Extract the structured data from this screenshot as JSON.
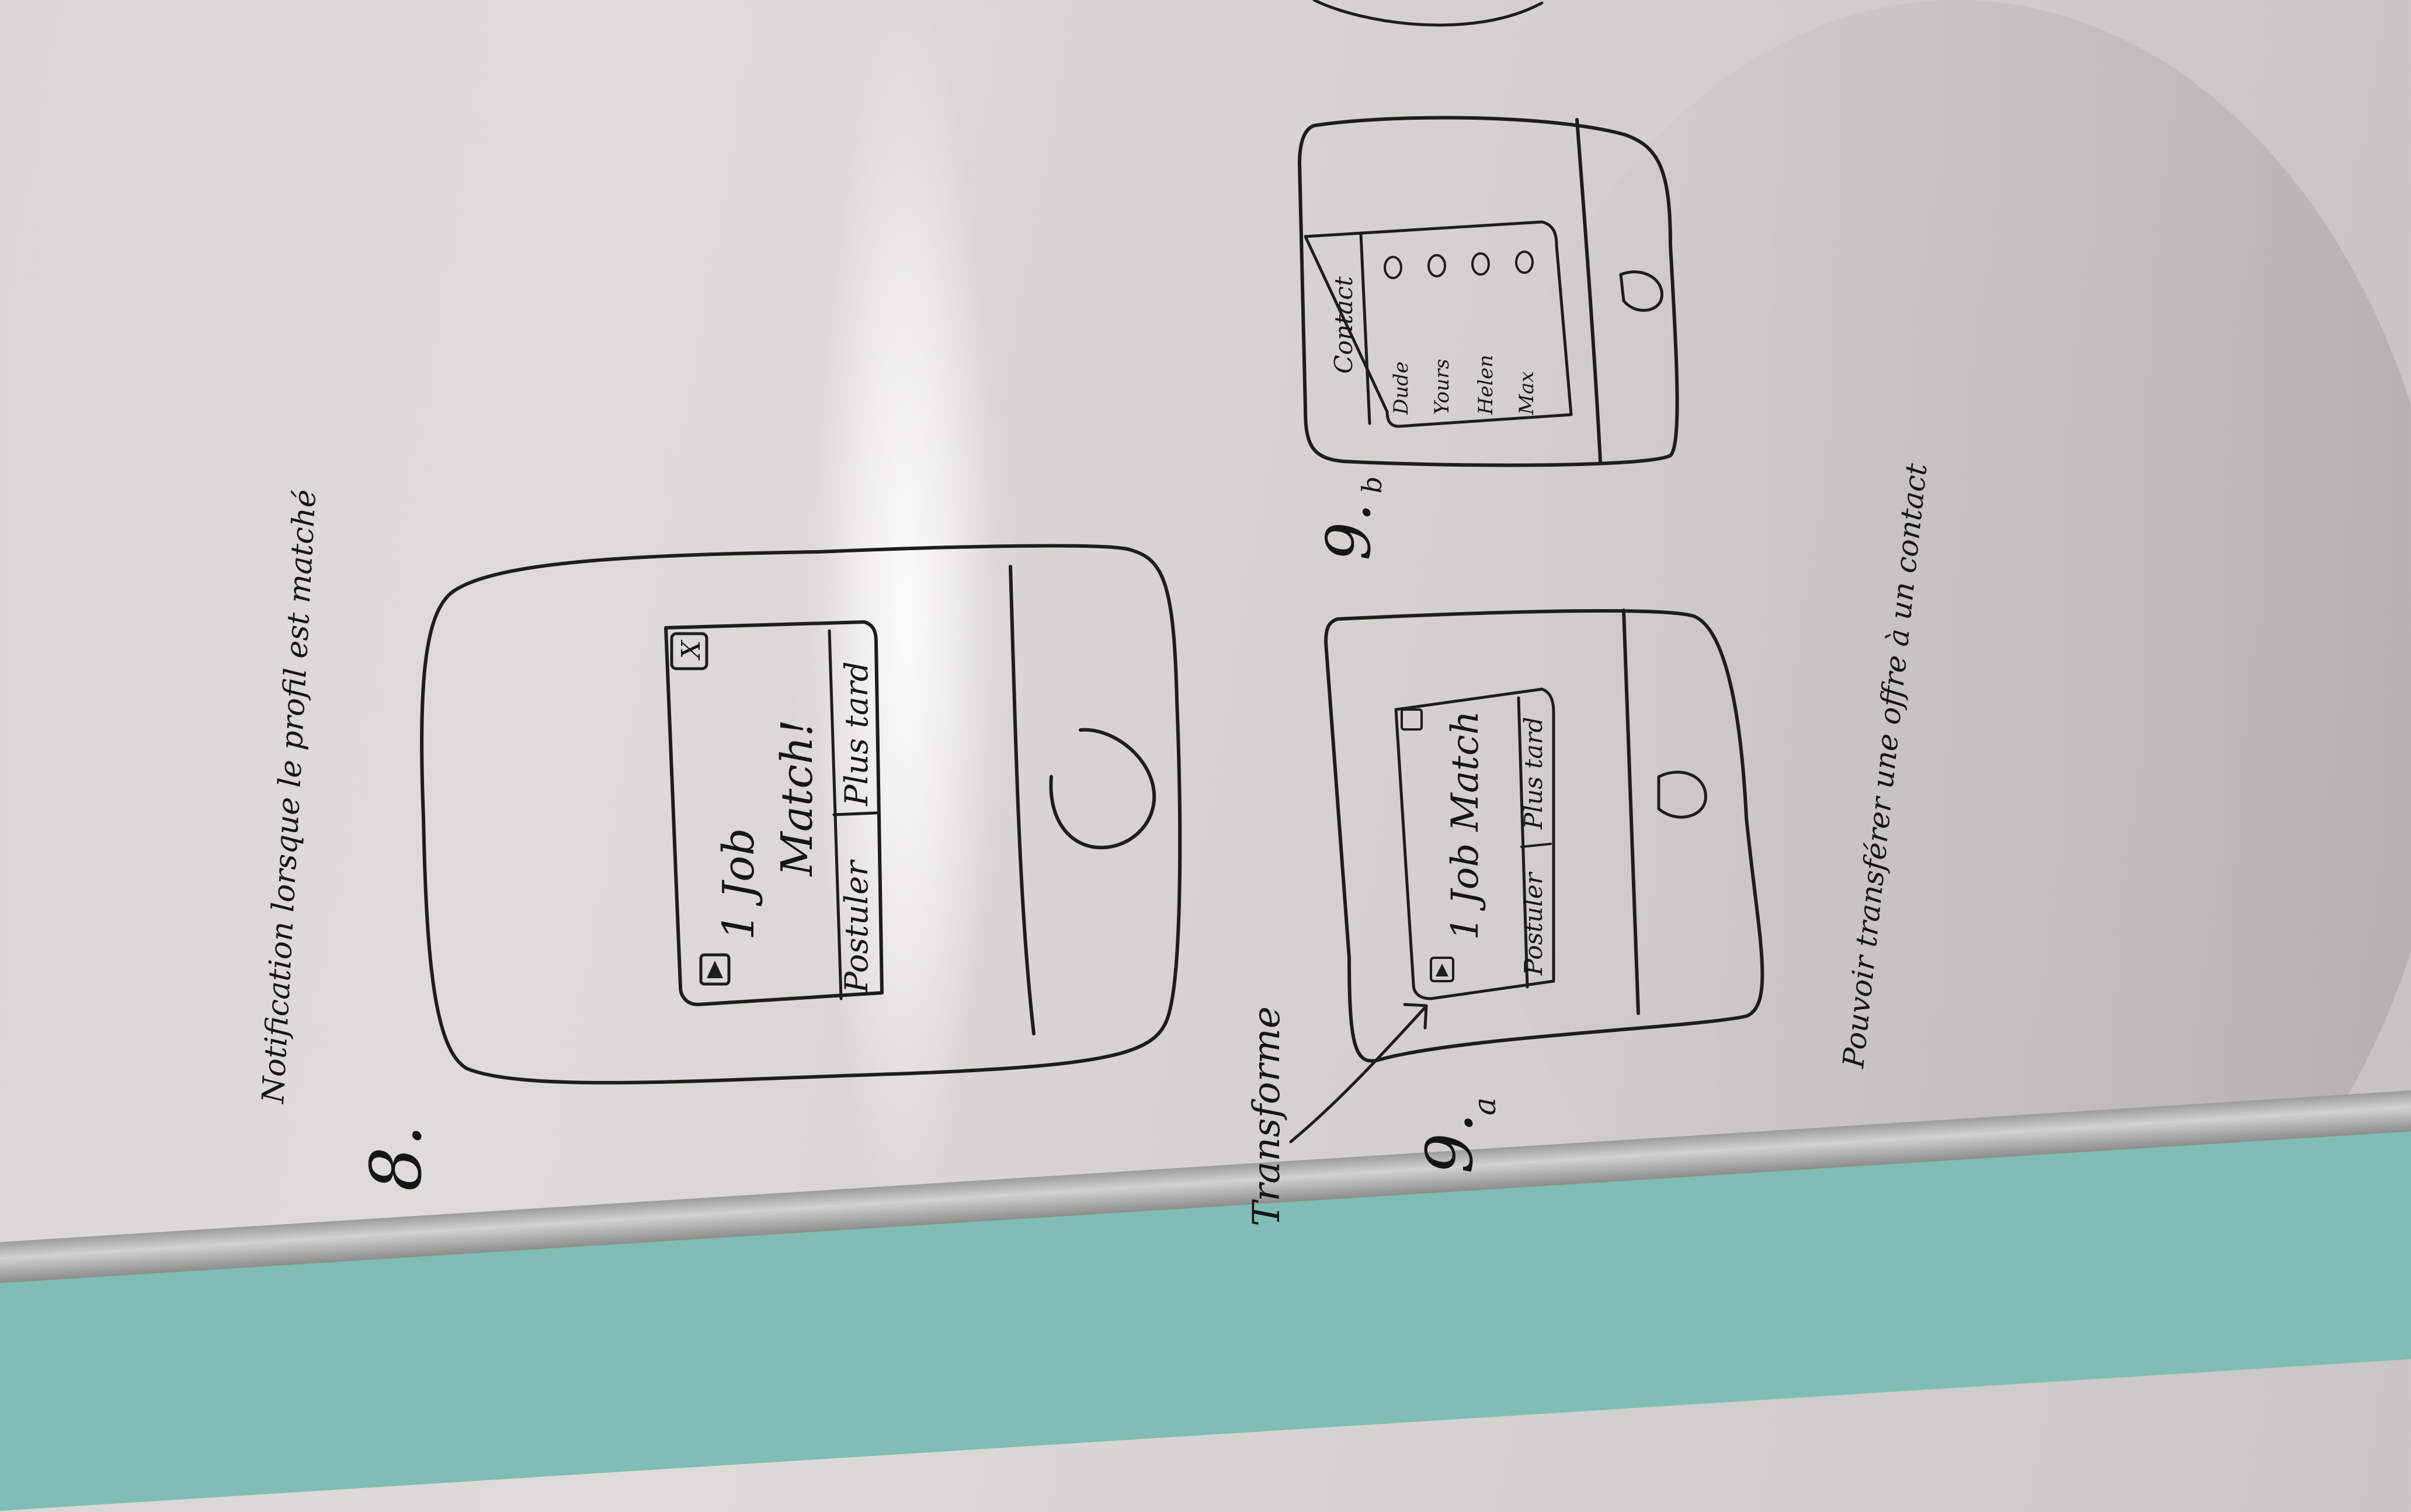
{
  "heading_8": {
    "number": "8.",
    "caption": "Notification lorsque le profil est matché"
  },
  "phone_main": {
    "notification": {
      "title_line1": "1 Job",
      "title_line2": "Match!",
      "close_icon": "X",
      "button_left": "Postuler",
      "button_right": "Plus tard"
    }
  },
  "section_9a": {
    "number": "9.",
    "sub": "a",
    "arrow_label": "Transforme",
    "notification": {
      "title": "1 Job Match",
      "button_left": "Postuler",
      "button_right": "Plus tard"
    },
    "caption": "Pouvoir transférer une offre à un contact"
  },
  "section_9b": {
    "number": "9.",
    "sub": "b",
    "list": {
      "header": "Contact",
      "names": [
        "Dude",
        "Yours",
        "Helen",
        "Max"
      ]
    }
  },
  "colors": {
    "ink": "#1d1d1d",
    "board": "#d9d7d3",
    "wall": "#7fbdb6"
  }
}
